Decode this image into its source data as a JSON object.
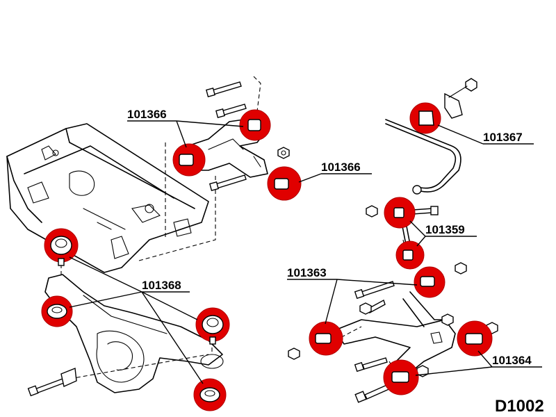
{
  "diagram_code": "D1002",
  "part_labels": {
    "l1": "101366",
    "l2": "101366",
    "l3": "101367",
    "l4": "101359",
    "l5": "101363",
    "l6": "101368",
    "l7": "101364"
  },
  "colors": {
    "bushing": "#e00000",
    "line": "#000000",
    "background": "#ffffff"
  }
}
